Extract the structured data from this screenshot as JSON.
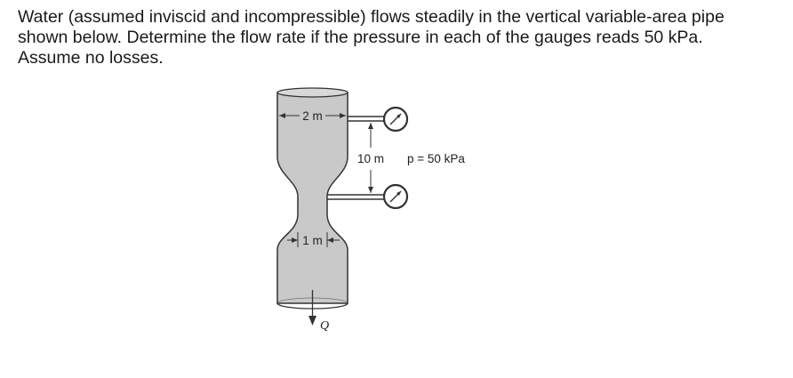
{
  "problem": {
    "text": "Water (assumed inviscid and incompressible) flows steadily in the vertical variable-area pipe shown below. Determine the flow rate if the pressure in each of the gauges reads 50 kPa. Assume no losses."
  },
  "figure": {
    "top_diameter_label": "2 m",
    "bottom_diameter_label": "1 m",
    "gauge_spacing_label": "10 m",
    "pressure_label": "p = 50 kPa",
    "flow_label": "Q",
    "colors": {
      "fluid": "#c9c9c9",
      "outline": "#333333"
    }
  }
}
